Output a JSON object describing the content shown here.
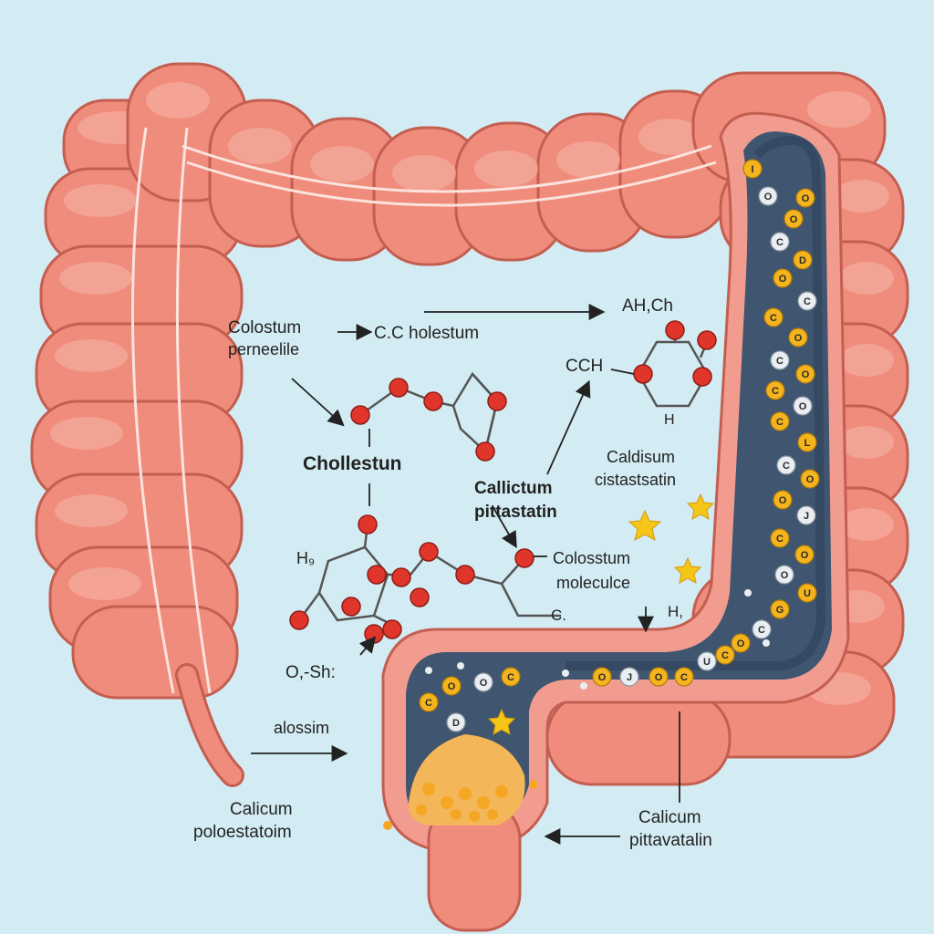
{
  "colors": {
    "background": "#d3ecf3",
    "intestine": "#ef8c7c",
    "intestine_highlight": "#f6ad9f",
    "intestine_outline": "#c45e51",
    "lumen": "#3f5570",
    "atom_red": "#e0352a",
    "particle_gold": "#f3b41e",
    "particle_white": "#e9eef2",
    "star": "#f5c518"
  },
  "labels": {
    "colostum": "Colostum",
    "permeelile": "perneelile",
    "cc_holestum": "C.C holestum",
    "ahch": "AH,Ch",
    "cch": "CCH",
    "h_top": "H",
    "chollestun": "Chollestun",
    "callictum": "Callictum",
    "pittastatin": "pittastatin",
    "caldisum": "Caldisum",
    "cistastatin": "cistastsatin",
    "h9": "H₉",
    "colosstum": "Colosstum",
    "molecule": "moleculce",
    "c_dot": "C.",
    "h_comma": "H,",
    "osh": "O,-Sh:",
    "alossim": "alossim",
    "calicum_left": "Calicum",
    "poloestatoim": "poloestatoim",
    "calicum_right": "Calicum",
    "pittavatalin": "pittavatalin"
  },
  "particle_letters": [
    "I",
    "O",
    "O",
    "O",
    "C",
    "D",
    "O",
    "C",
    "C",
    "O",
    "C",
    "O",
    "C",
    "O",
    "C",
    "L",
    "C",
    "O",
    "O",
    "J",
    "C",
    "O",
    "O",
    "U",
    "G",
    "C",
    "O",
    "C",
    "U",
    "C",
    "O",
    "J",
    "O",
    "C",
    "O",
    "O",
    "C",
    "D"
  ]
}
